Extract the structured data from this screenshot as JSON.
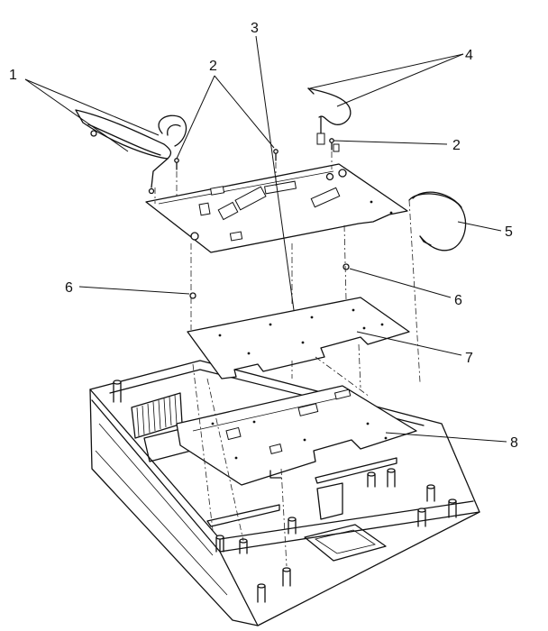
{
  "diagram": {
    "callouts": [
      {
        "id": "callout-1",
        "text": "1"
      },
      {
        "id": "callout-2a",
        "text": "2"
      },
      {
        "id": "callout-3",
        "text": "3"
      },
      {
        "id": "callout-4",
        "text": "4"
      },
      {
        "id": "callout-2b",
        "text": "2"
      },
      {
        "id": "callout-5",
        "text": "5"
      },
      {
        "id": "callout-6a",
        "text": "6"
      },
      {
        "id": "callout-6b",
        "text": "6"
      },
      {
        "id": "callout-7",
        "text": "7"
      },
      {
        "id": "callout-8",
        "text": "8"
      }
    ]
  }
}
